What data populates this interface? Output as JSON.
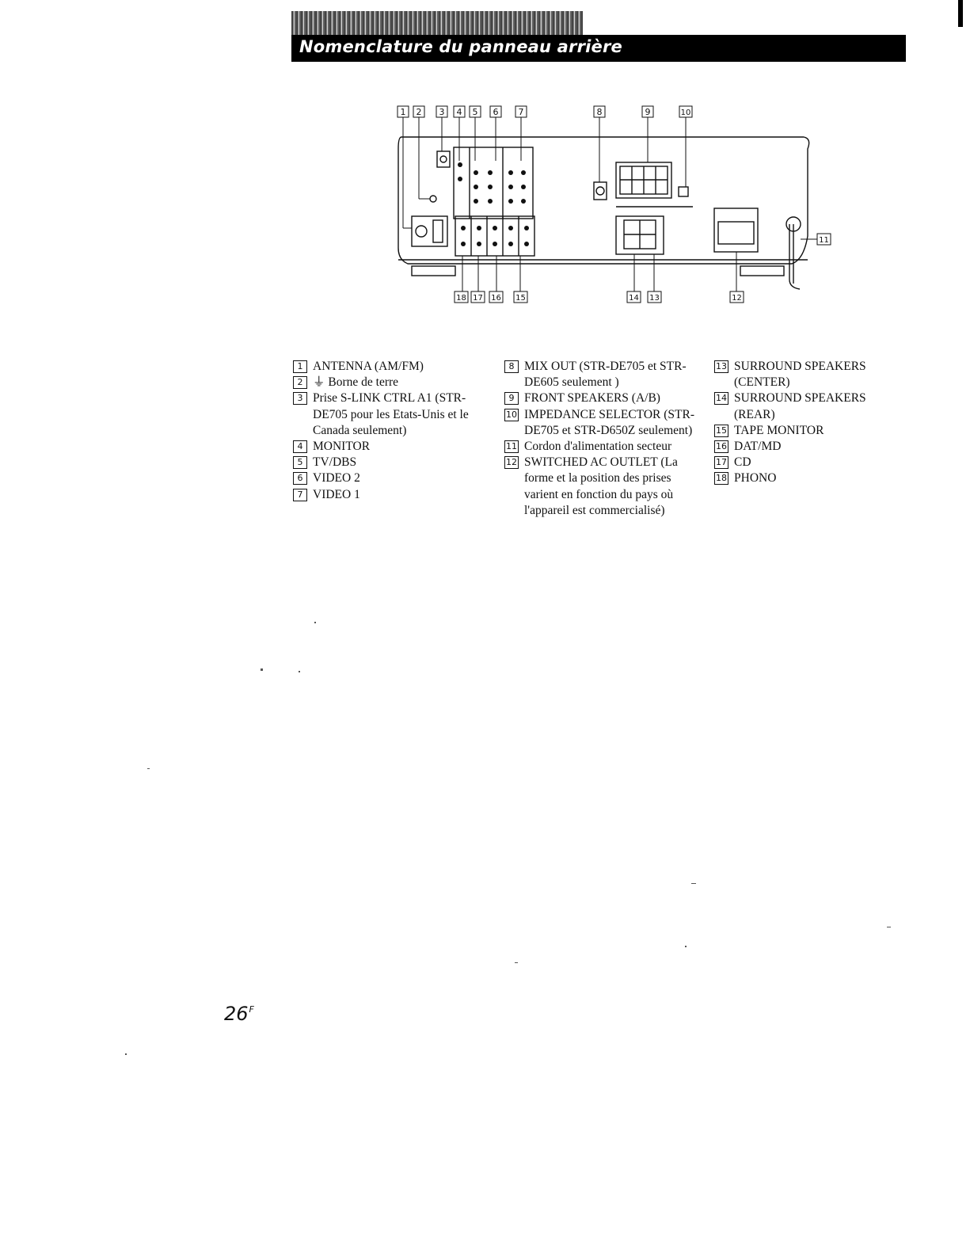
{
  "header": {
    "title": "Nomenclature du panneau arrière"
  },
  "diagram": {
    "top_callouts": [
      "1",
      "2",
      "3",
      "4",
      "5",
      "6",
      "7",
      "8",
      "9",
      "10"
    ],
    "bottom_callouts": [
      "18",
      "17",
      "16",
      "15",
      "14",
      "13",
      "12"
    ],
    "side_callout": "11"
  },
  "legend": {
    "col1": [
      {
        "num": "1",
        "text": "ANTENNA (AM/FM)"
      },
      {
        "num": "2",
        "text": "⏚ Borne de terre"
      },
      {
        "num": "3",
        "text": "Prise S-LINK CTRL A1 (STR-DE705 pour les Etats-Unis et le Canada seulement)"
      },
      {
        "num": "4",
        "text": "MONITOR"
      },
      {
        "num": "5",
        "text": "TV/DBS"
      },
      {
        "num": "6",
        "text": "VIDEO 2"
      },
      {
        "num": "7",
        "text": "VIDEO 1"
      }
    ],
    "col2": [
      {
        "num": "8",
        "text": "MIX OUT (STR-DE705 et STR-DE605 seulement )"
      },
      {
        "num": "9",
        "text": "FRONT SPEAKERS (A/B)"
      },
      {
        "num": "10",
        "text": "IMPEDANCE SELECTOR (STR-DE705 et STR-D650Z seulement)"
      },
      {
        "num": "11",
        "text": "Cordon d'alimentation secteur"
      },
      {
        "num": "12",
        "text": "SWITCHED AC OUTLET (La forme et la position des prises varient en fonction du pays où l'appareil est commercialisé)"
      }
    ],
    "col3": [
      {
        "num": "13",
        "text": "SURROUND SPEAKERS (CENTER)"
      },
      {
        "num": "14",
        "text": "SURROUND SPEAKERS (REAR)"
      },
      {
        "num": "15",
        "text": "TAPE MONITOR"
      },
      {
        "num": "16",
        "text": "DAT/MD"
      },
      {
        "num": "17",
        "text": "CD"
      },
      {
        "num": "18",
        "text": "PHONO"
      }
    ]
  },
  "footer": {
    "page_number": "26",
    "page_suffix": "F"
  }
}
